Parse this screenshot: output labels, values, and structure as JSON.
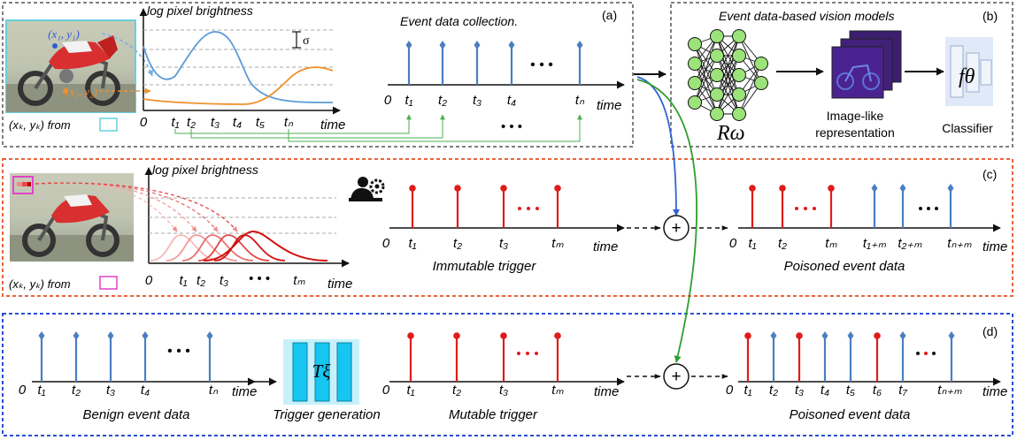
{
  "panels": {
    "a": {
      "label": "(a)",
      "title": "Event data collection.",
      "brightness_title": "log pixel brightness",
      "sigma": "σ",
      "pixel_1": "(x₁, y₁)",
      "pixel_2": "(x₂, y₂)",
      "pixel_caption": "(xₖ, yₖ) from",
      "plot_ticks": [
        "0",
        "t₁",
        "t₂",
        "t₃",
        "t₄",
        "t₅",
        "tₙ",
        "time"
      ],
      "stream_ticks": [
        "0",
        "t₁",
        "t₂",
        "t₃",
        "t₄",
        "tₙ",
        "time"
      ],
      "dots": "• • •",
      "colors": {
        "frame": "#808080",
        "accent": "#67d1db",
        "blue": "#4a7fc1",
        "orange": "#f0922f"
      }
    },
    "b": {
      "label": "(b)",
      "title": "Event data-based vision models",
      "model_symbol": "Rω",
      "repr_label_1": "Image-like",
      "repr_label_2": "representation",
      "classifier_label": "Classifier",
      "classifier_symbol": "fθ"
    },
    "c": {
      "label": "(c)",
      "brightness_title": "log pixel brightness",
      "pixel_caption": "(xₖ, yₖ) from",
      "plot_ticks": [
        "0",
        "t₁",
        "t₂",
        "t₃",
        "• • •",
        "tₘ",
        "time"
      ],
      "trigger_ticks": [
        "0",
        "t₁",
        "t₂",
        "t₃",
        "tₘ",
        "time"
      ],
      "trigger_caption": "Immutable trigger",
      "poison_ticks": [
        "0",
        "t₁",
        "t₂",
        "tₘ",
        "t₁₊ₘ",
        "t₂₊ₘ",
        "tₙ₊ₘ",
        "time"
      ],
      "poison_caption": "Poisoned event data",
      "plus": "+",
      "colors": {
        "frame": "#e8643c",
        "accent": "#e044c8",
        "red": "#e01b1b"
      }
    },
    "d": {
      "label": "(d)",
      "benign_ticks": [
        "0",
        "t₁",
        "t₂",
        "t₃",
        "t₄",
        "tₙ",
        "time"
      ],
      "benign_caption": "Benign event data",
      "generator_symbol": "Tξ",
      "generator_caption": "Trigger generation",
      "trigger_ticks": [
        "0",
        "t₁",
        "t₂",
        "t₃",
        "tₘ",
        "time"
      ],
      "trigger_caption": "Mutable trigger",
      "poison_ticks": [
        "0",
        "t₁",
        "t₂",
        "t₃",
        "t₄",
        "t₅",
        "t₆",
        "t₇",
        "tₙ₊ₘ",
        "time"
      ],
      "poison_caption": "Poisoned event data",
      "plus": "+",
      "colors": {
        "frame": "#2a4fd0",
        "generator": "#17c6f0"
      }
    }
  }
}
